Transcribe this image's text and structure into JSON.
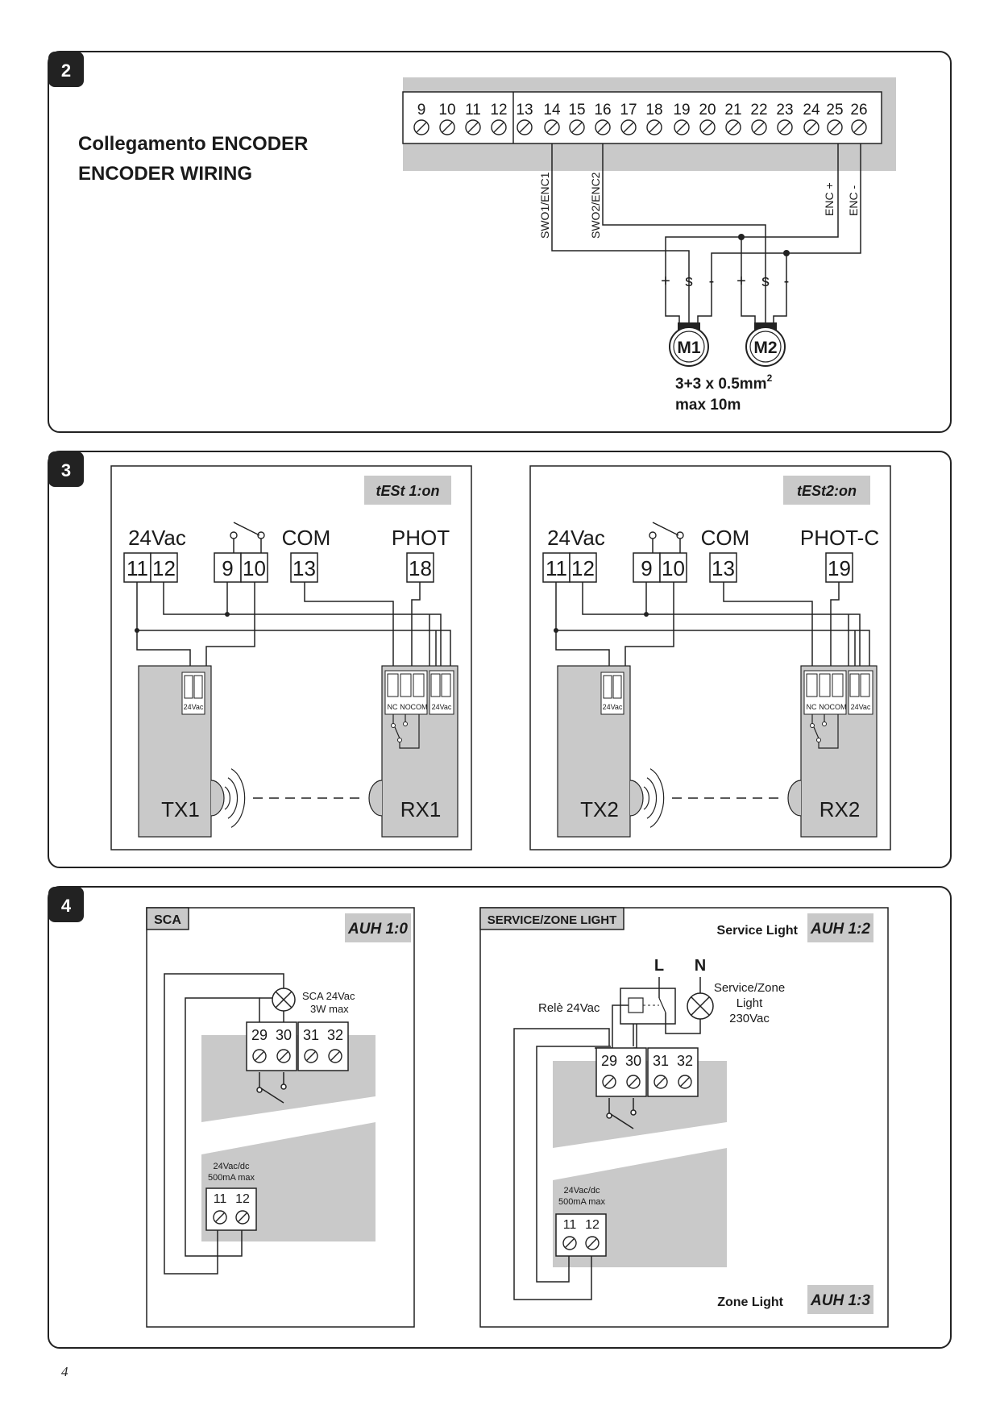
{
  "section2": {
    "number": "2",
    "title_it": "Collegamento ENCODER",
    "title_en": "ENCODER WIRING",
    "terminals": [
      "9",
      "10",
      "11",
      "12",
      "13",
      "14",
      "15",
      "16",
      "17",
      "18",
      "19",
      "20",
      "21",
      "22",
      "23",
      "24",
      "25",
      "26"
    ],
    "labels": {
      "swo1": "SWO1/ENC1",
      "swo2": "SWO2/ENC2",
      "encp": "ENC +",
      "encm": "ENC -"
    },
    "pins": [
      "+",
      "s",
      "-"
    ],
    "motors": [
      "M1",
      "M2"
    ],
    "cable": {
      "main": "3+3 x 0.5mm",
      "sup": "2",
      "length": "max 10m"
    }
  },
  "section3": {
    "number": "3",
    "panels": [
      {
        "display": "tESt 1:on",
        "power": "24Vac",
        "t1": "11",
        "t2": "12",
        "t3": "9",
        "t4": "10",
        "com": "COM",
        "t5": "13",
        "phot": "PHOT",
        "t6": "18",
        "tx": "TX1",
        "rx": "RX1",
        "nc": "NC",
        "no": "NO",
        "comsmall": "COM",
        "v24": "24Vac"
      },
      {
        "display": "tESt2:on",
        "power": "24Vac",
        "t1": "11",
        "t2": "12",
        "t3": "9",
        "t4": "10",
        "com": "COM",
        "t5": "13",
        "phot": "PHOT-C",
        "t6": "19",
        "tx": "TX2",
        "rx": "RX2",
        "nc": "NC",
        "no": "NO",
        "comsmall": "COM",
        "v24": "24Vac"
      }
    ]
  },
  "section4": {
    "number": "4",
    "sca": {
      "title": "SCA",
      "display": "AUH 1:0",
      "lamp1": "SCA 24Vac",
      "lamp2": "3W max",
      "terminals": [
        "29",
        "30",
        "31",
        "32"
      ],
      "supply1": "24Vac/dc",
      "supply2": "500mA max",
      "supply_terms": [
        "11",
        "12"
      ]
    },
    "service": {
      "title": "SERVICE/ZONE LIGHT",
      "service_label": "Service Light",
      "display1": "AUH 1:2",
      "L": "L",
      "N": "N",
      "lamp1": "Service/Zone",
      "lamp2": "Light",
      "lamp3": "230Vac",
      "relay": "Relè 24Vac",
      "terminals": [
        "29",
        "30",
        "31",
        "32"
      ],
      "supply1": "24Vac/dc",
      "supply2": "500mA max",
      "supply_terms": [
        "11",
        "12"
      ],
      "zone_label": "Zone Light",
      "display2": "AUH 1:3"
    }
  },
  "page_number": "4"
}
